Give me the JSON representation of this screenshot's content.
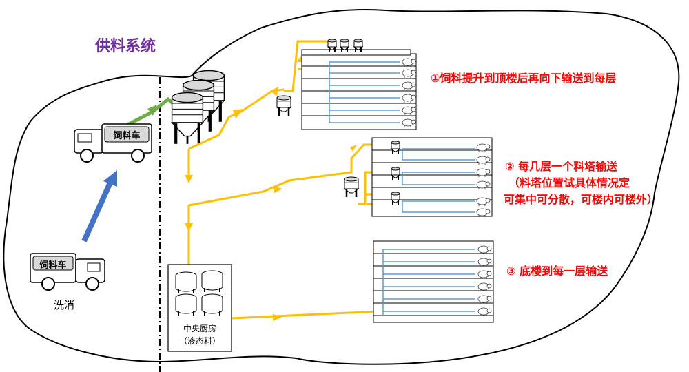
{
  "diagram": {
    "title": "供料系统",
    "notes": {
      "n1": "①饲料提升到顶楼后再向下输送到每层",
      "n2_line1": "② 每几层一个料塔输送",
      "n2_line2": "（料塔位置试具体情况定",
      "n2_line3": "可集中可分散，可楼内可楼外）",
      "n3": "③ 底楼到每一层输送"
    },
    "trucks": {
      "inside_label": "饲料车",
      "outside_label": "饲料车",
      "wash_label": "洗消"
    },
    "kitchen": {
      "line1": "中央厨房",
      "line2": "（液态料）"
    },
    "colors": {
      "title": "#7030a0",
      "notes": "#ff0000",
      "feed_line": "#ffc000",
      "truck_arrow": "#4472c4",
      "transfer_arrow": "#70ad47",
      "floor_line": "#5b9bd5"
    }
  }
}
